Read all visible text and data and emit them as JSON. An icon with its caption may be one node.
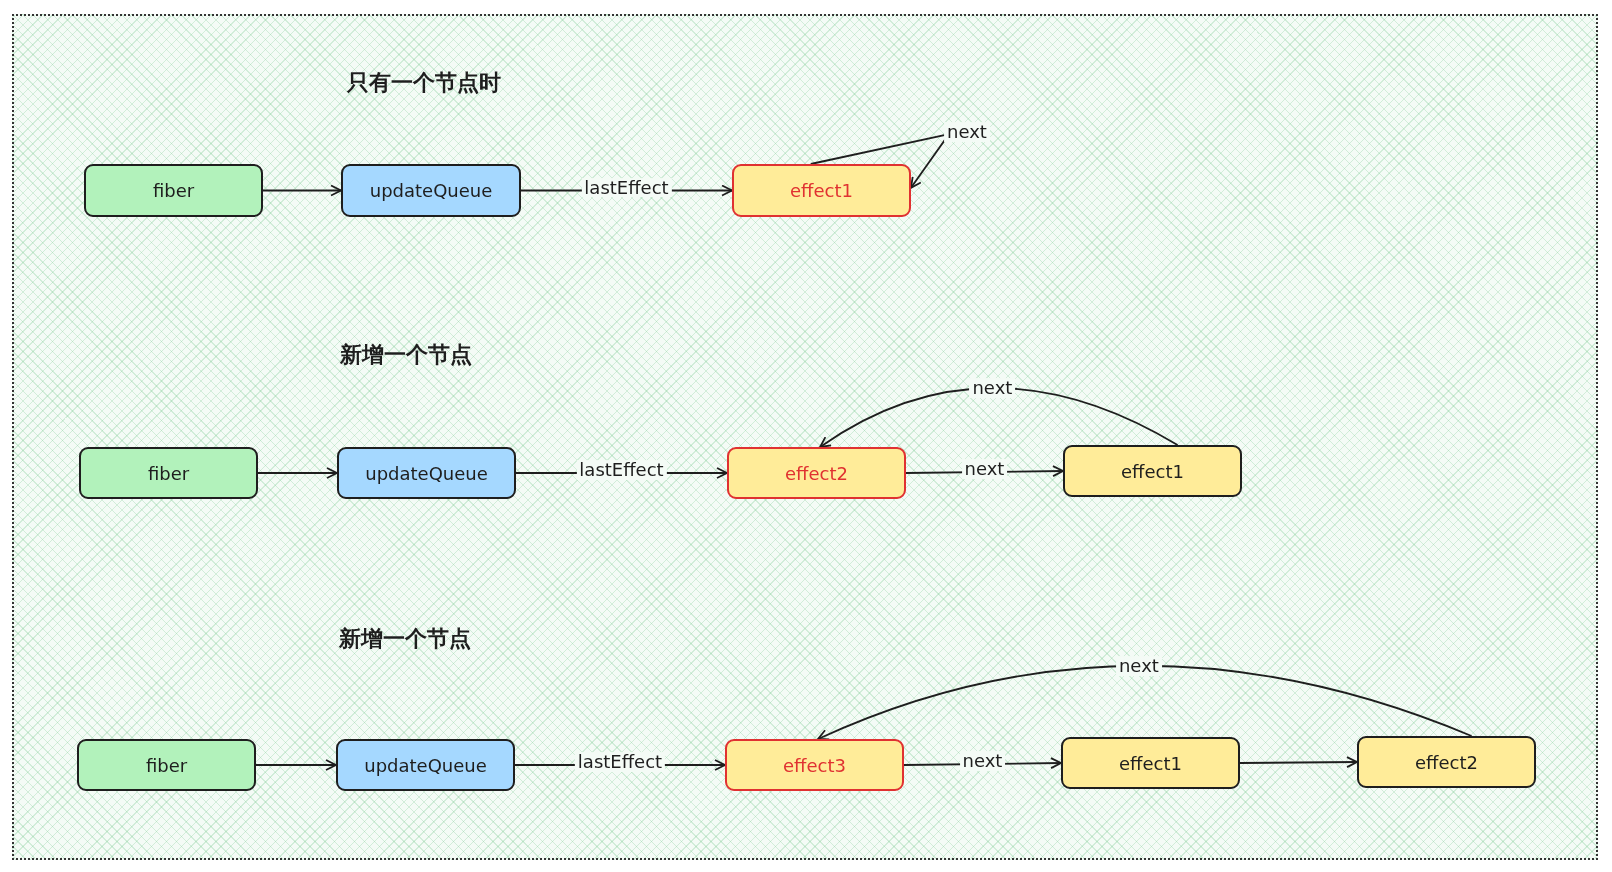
{
  "diagram": {
    "nodes": [
      {
        "text": [
          "fiber"
        ]
      },
      {
        "text": [
          "updateQueue"
        ]
      },
      {
        "text": [
          "effect1"
        ]
      },
      {
        "text": [
          "fiber"
        ]
      },
      {
        "text": [
          "updateQueue"
        ]
      },
      {
        "text": [
          "effect2"
        ]
      },
      {
        "text": [
          "effect1"
        ]
      },
      {
        "text": [
          "fiber"
        ]
      },
      {
        "text": [
          "updateQueue"
        ]
      },
      {
        "text": [
          "effect3"
        ]
      },
      {
        "text": [
          "effect1"
        ]
      },
      {
        "text": [
          "effect2"
        ]
      }
    ],
    "edges": [
      {
        "from": 0,
        "to": 1,
        "arrow": "to"
      },
      {
        "from": 1,
        "to": 2,
        "arrow": "to",
        "label": "lastEffect"
      },
      {
        "from": 2,
        "to": 2,
        "arrow": "to",
        "label": "next"
      },
      {
        "from": 3,
        "to": 4,
        "arrow": "to"
      },
      {
        "from": 4,
        "to": 5,
        "arrow": "to",
        "label": "lastEffect"
      },
      {
        "from": 5,
        "to": 6,
        "arrow": "to",
        "label": "next"
      },
      {
        "from": 6,
        "to": 5,
        "arrow": "to",
        "label": "next"
      },
      {
        "from": 7,
        "to": 8,
        "arrow": "to"
      },
      {
        "from": 8,
        "to": 9,
        "arrow": "to",
        "label": "lastEffect"
      },
      {
        "from": 9,
        "to": 10,
        "arrow": "to",
        "label": "next"
      },
      {
        "from": 10,
        "to": 11,
        "arrow": "to"
      },
      {
        "from": 11,
        "to": 9,
        "arrow": "to",
        "label": "next"
      }
    ],
    "labels": [
      "只有一个节点时",
      "新增一个节点",
      "新增一个节点"
    ]
  }
}
